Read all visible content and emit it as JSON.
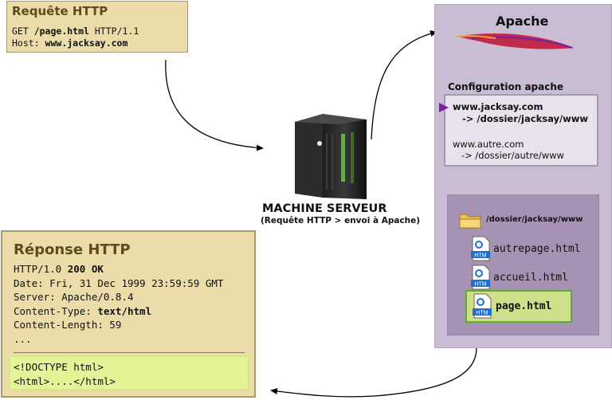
{
  "request": {
    "title": "Requête HTTP",
    "line1_prefix": "GET ",
    "line1_path": "/page.html",
    "line1_suffix": " HTTP/1.1",
    "line2_prefix": "Host: ",
    "line2_host": "www.jacksay.com"
  },
  "server": {
    "title": "MACHINE SERVEUR",
    "subtitle": "(Requête HTTP > envoi à Apache)"
  },
  "apache": {
    "title": "Apache",
    "config_title": "Configuration apache",
    "config": [
      {
        "host": "www.jacksay.com",
        "target": "   -> /dossier/jacksay/www"
      },
      {
        "host": "www.autre.com",
        "target": "   -> /dossier/autre/www"
      }
    ],
    "directory": "/dossier/jacksay/www",
    "files": [
      "autrepage.html",
      "accueil.html",
      "page.html"
    ],
    "file_icon_label": "HTM"
  },
  "response": {
    "title": "Réponse HTTP",
    "status_prefix": "HTTP/1.0 ",
    "status_code": "200 OK",
    "date": "Date: Fri, 31 Dec 1999 23:59:59 GMT",
    "server": "Server: Apache/0.8.4",
    "content_type_prefix": "Content-Type: ",
    "content_type": "text/html",
    "content_length": "Content-Length: 59",
    "ellipsis": "...",
    "body_line1": "<!DOCTYPE html>",
    "body_line2": "<html>....</html>"
  },
  "colors": {
    "box_fill": "#ebdcaa",
    "title_brown": "#5e4d1a",
    "apache_panel": "#c8bdd2",
    "highlight_file": "#cfe08a",
    "html_body": "#e6f296",
    "pointer": "#7a1fa2"
  }
}
